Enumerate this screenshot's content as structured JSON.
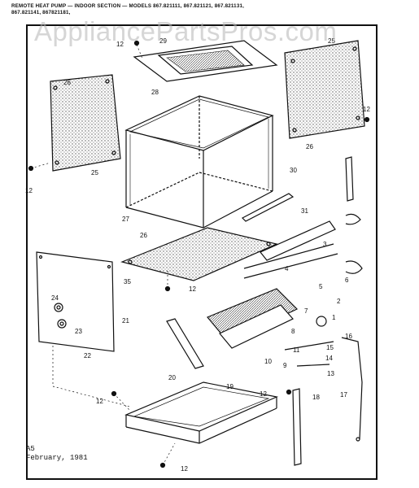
{
  "header": {
    "line1": "REMOTE HEAT PUMP — INDOOR SECTION — MODELS 867.821111, 867.821121, 867.821131,",
    "line2": "867.821141, 867821181,"
  },
  "watermark": "AppliancePartsPros.com",
  "footer": {
    "code": "A5",
    "date": "February, 1981"
  },
  "labels": {
    "l12_top": "12",
    "l29": "29",
    "l25_top": "25",
    "l26_left": "26",
    "l28": "28",
    "l12_right": "12",
    "l26_right": "26",
    "l25_left": "25",
    "l12_left": "12",
    "l30": "30",
    "l27": "27",
    "l31": "31",
    "l26_mid": "26",
    "l3": "3",
    "l35": "35",
    "l12_mid": "12",
    "l4": "4",
    "l5": "5",
    "l6": "6",
    "l2": "2",
    "l1": "1",
    "l24": "24",
    "l23": "23",
    "l21": "21",
    "l7": "7",
    "l8": "8",
    "l22": "22",
    "l16": "16",
    "l15": "15",
    "l14": "14",
    "l11": "11",
    "l10": "10",
    "l9": "9",
    "l13": "13",
    "l20": "20",
    "l19": "19",
    "l12_bl": "12",
    "l12_br": "12",
    "l18": "18",
    "l17": "17",
    "l12_bottom": "12"
  }
}
